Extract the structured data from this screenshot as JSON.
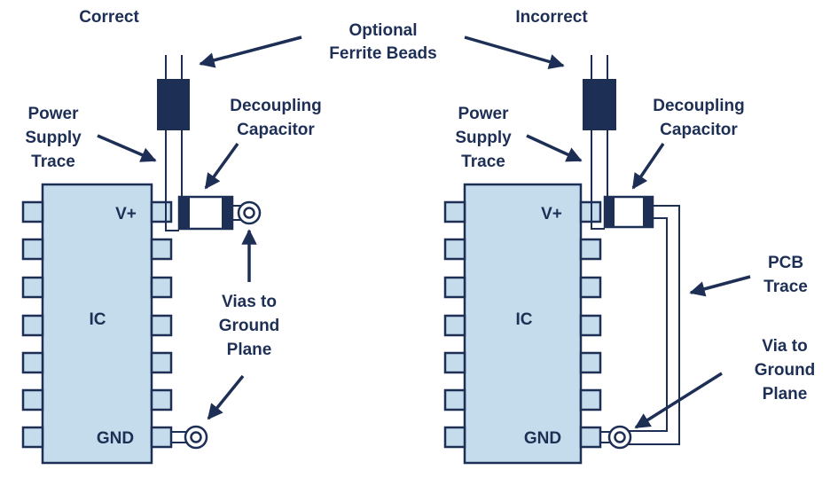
{
  "colors": {
    "ink": "#1e2f55",
    "chip_fill": "#c5dcec",
    "background": "#ffffff"
  },
  "labels": {
    "correct": "Correct",
    "incorrect": "Incorrect",
    "optional_line1": "Optional",
    "optional_line2": "Ferrite Beads",
    "left": {
      "power_1": "Power",
      "power_2": "Supply",
      "power_3": "Trace",
      "decoupling_1": "Decoupling",
      "decoupling_2": "Capacitor",
      "vplus": "V+",
      "ic": "IC",
      "gnd": "GND",
      "vias_1": "Vias to",
      "vias_2": "Ground",
      "vias_3": "Plane"
    },
    "right": {
      "power_1": "Power",
      "power_2": "Supply",
      "power_3": "Trace",
      "decoupling_1": "Decoupling",
      "decoupling_2": "Capacitor",
      "vplus": "V+",
      "ic": "IC",
      "gnd": "GND",
      "pcb_1": "PCB",
      "pcb_2": "Trace",
      "via_1": "Via to",
      "via_2": "Ground",
      "via_3": "Plane"
    }
  }
}
